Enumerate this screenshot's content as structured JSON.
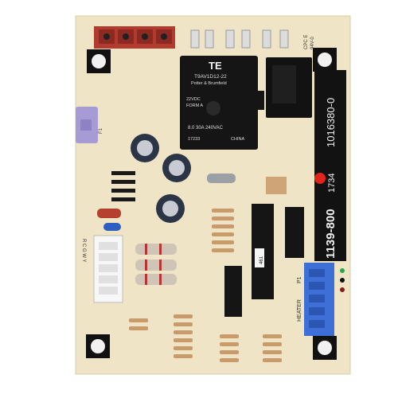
{
  "image": {
    "subject": "Circuit control board"
  },
  "relay_main": {
    "brand": "TE",
    "part": "T9AV1D12-22",
    "maker": "Potter & Brumfield",
    "coil": "22VDC",
    "form": "FORM A",
    "rating": "8.0 30A 240VAC",
    "code": "17233",
    "origin": "CHINA"
  },
  "board_labels": {
    "part_number": "1016380-0",
    "date_code": "1734",
    "model": "1139-800",
    "ic_mark": "461",
    "heater_label": "HEATER",
    "p1_label": "P1",
    "fuse_label": "F1",
    "cpc": "CPC E",
    "flammability": "94V-0",
    "rcgwy": "R C G W Y"
  },
  "colors": {
    "board": "#efe4c6",
    "relay": "#151515",
    "connector_red": "#b23a2e",
    "connector_blue": "#3d6fd6",
    "fuse": "#a79bd6",
    "resistor": "#c99a6a",
    "led_red": "#e0251d"
  }
}
